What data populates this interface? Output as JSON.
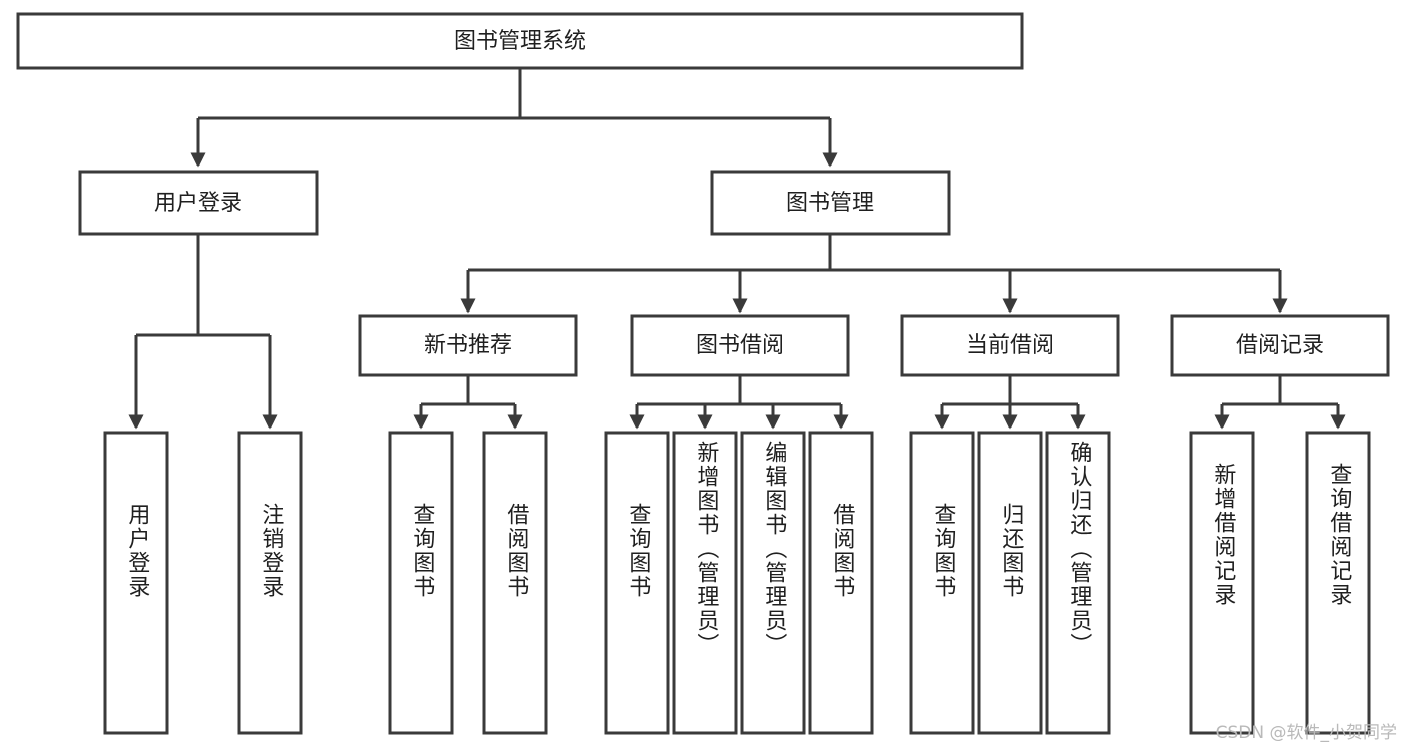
{
  "diagram": {
    "type": "tree",
    "title": "图书管理系统",
    "watermark": "CSDN @软件_小贺同学",
    "colors": {
      "stroke": "#3a3a3a",
      "fill": "#ffffff",
      "text": "#1f1f1f",
      "watermark": "#b9b9b9",
      "background": "#ffffff"
    },
    "nodes": {
      "root": {
        "label": "图书管理系统"
      },
      "level1": [
        {
          "label": "用户登录"
        },
        {
          "label": "图书管理"
        }
      ],
      "level2": [
        {
          "label": "新书推荐"
        },
        {
          "label": "图书借阅"
        },
        {
          "label": "当前借阅"
        },
        {
          "label": "借阅记录"
        }
      ],
      "leaves": [
        {
          "label": "用户登录",
          "parent": "用户登录"
        },
        {
          "label": "注销登录",
          "parent": "用户登录"
        },
        {
          "label": "查询图书",
          "parent": "新书推荐"
        },
        {
          "label": "借阅图书",
          "parent": "新书推荐"
        },
        {
          "label": "查询图书",
          "parent": "图书借阅"
        },
        {
          "label": "新增图书（管理员）",
          "parent": "图书借阅"
        },
        {
          "label": "编辑图书（管理员）",
          "parent": "图书借阅"
        },
        {
          "label": "借阅图书",
          "parent": "图书借阅"
        },
        {
          "label": "查询图书",
          "parent": "当前借阅"
        },
        {
          "label": "归还图书",
          "parent": "当前借阅"
        },
        {
          "label": "确认归还（管理员）",
          "parent": "当前借阅"
        },
        {
          "label": "新增借阅记录",
          "parent": "借阅记录"
        },
        {
          "label": "查询借阅记录",
          "parent": "借阅记录"
        }
      ]
    }
  }
}
